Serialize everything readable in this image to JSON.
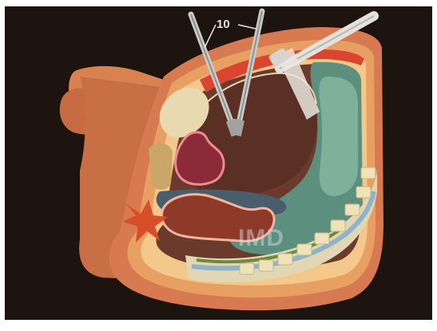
{
  "figure": {
    "callout_label": "10",
    "watermark_text": "IMD"
  },
  "colors": {
    "background": "#1d1410",
    "skin": "#d77a52",
    "body_wall": "#e8a062",
    "fat": "#f3c88a",
    "insufflated_cavity": "#6b3a2c",
    "fluid": "#5d8f7e",
    "uterus": "#8b2b3a",
    "bowel": "#8d3a2a",
    "spine_bone": "#efe2b8",
    "disc": "#8fb3c8",
    "instrument": "#c9ccc9"
  },
  "icons": [
    "laparoscopic-instrument",
    "trocar-with-camera"
  ]
}
